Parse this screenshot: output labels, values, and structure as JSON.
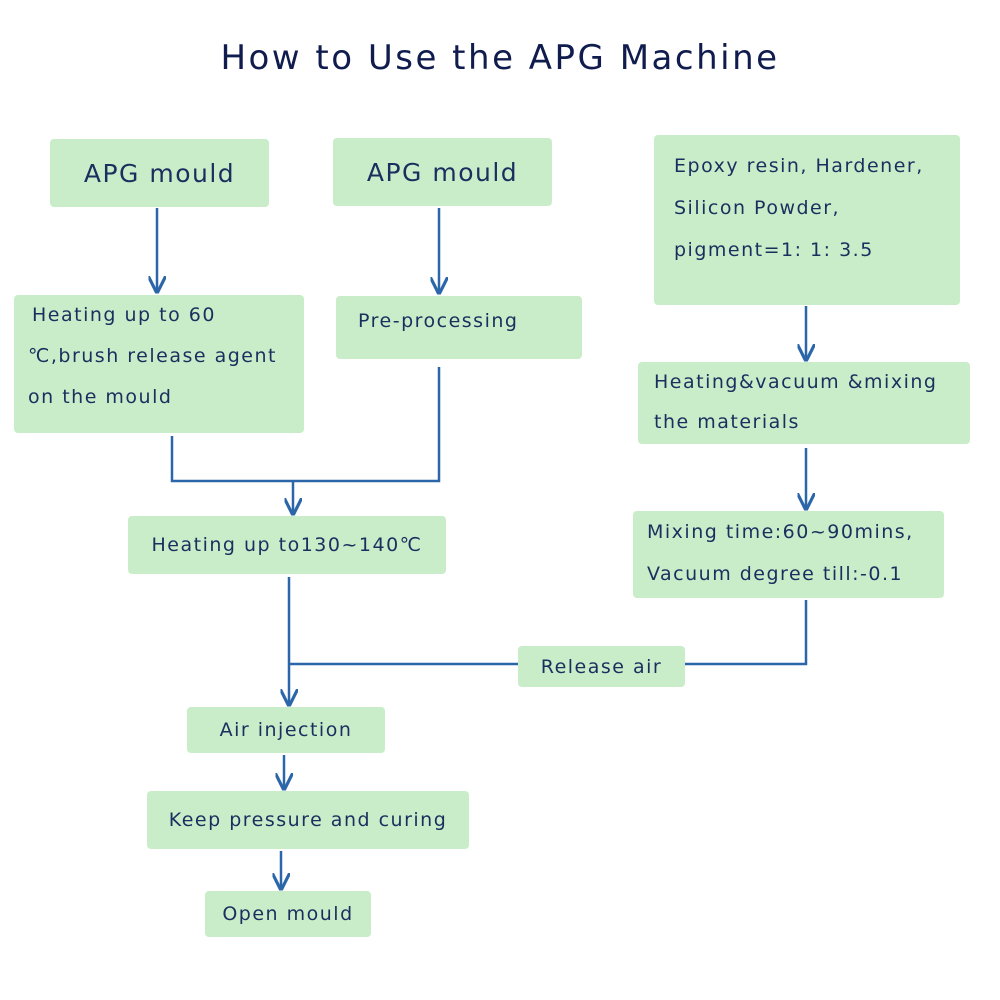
{
  "title": "How to Use the APG Machine",
  "colors": {
    "box_fill": "#c9ecc9",
    "arrow": "#2a66a8",
    "text": "#1b2f5f",
    "title": "#0f1c4d"
  },
  "nodes": {
    "apg_mould_1": {
      "lines": [
        "APG mould"
      ]
    },
    "apg_mould_2": {
      "lines": [
        "APG mould"
      ]
    },
    "materials": {
      "lines": [
        "Epoxy resin, Hardener,",
        "Silicon Powder,",
        "pigment=1: 1: 3.5"
      ]
    },
    "heating_60": {
      "lines": [
        "Heating up to 60",
        "℃,brush release agent",
        "on the mould"
      ]
    },
    "pre_processing": {
      "lines": [
        "Pre-processing"
      ]
    },
    "heating_vacuum_mixing": {
      "lines": [
        "Heating&vacuum &mixing",
        "the materials"
      ]
    },
    "heating_130_140": {
      "lines": [
        "Heating up to130~140℃"
      ]
    },
    "mixing_time": {
      "lines": [
        "Mixing time:60~90mins,",
        "Vacuum degree till:-0.1"
      ]
    },
    "release_air": {
      "lines": [
        "Release air"
      ]
    },
    "air_injection": {
      "lines": [
        "Air injection"
      ]
    },
    "keep_pressure": {
      "lines": [
        "Keep pressure and curing"
      ]
    },
    "open_mould": {
      "lines": [
        "Open mould"
      ]
    }
  }
}
